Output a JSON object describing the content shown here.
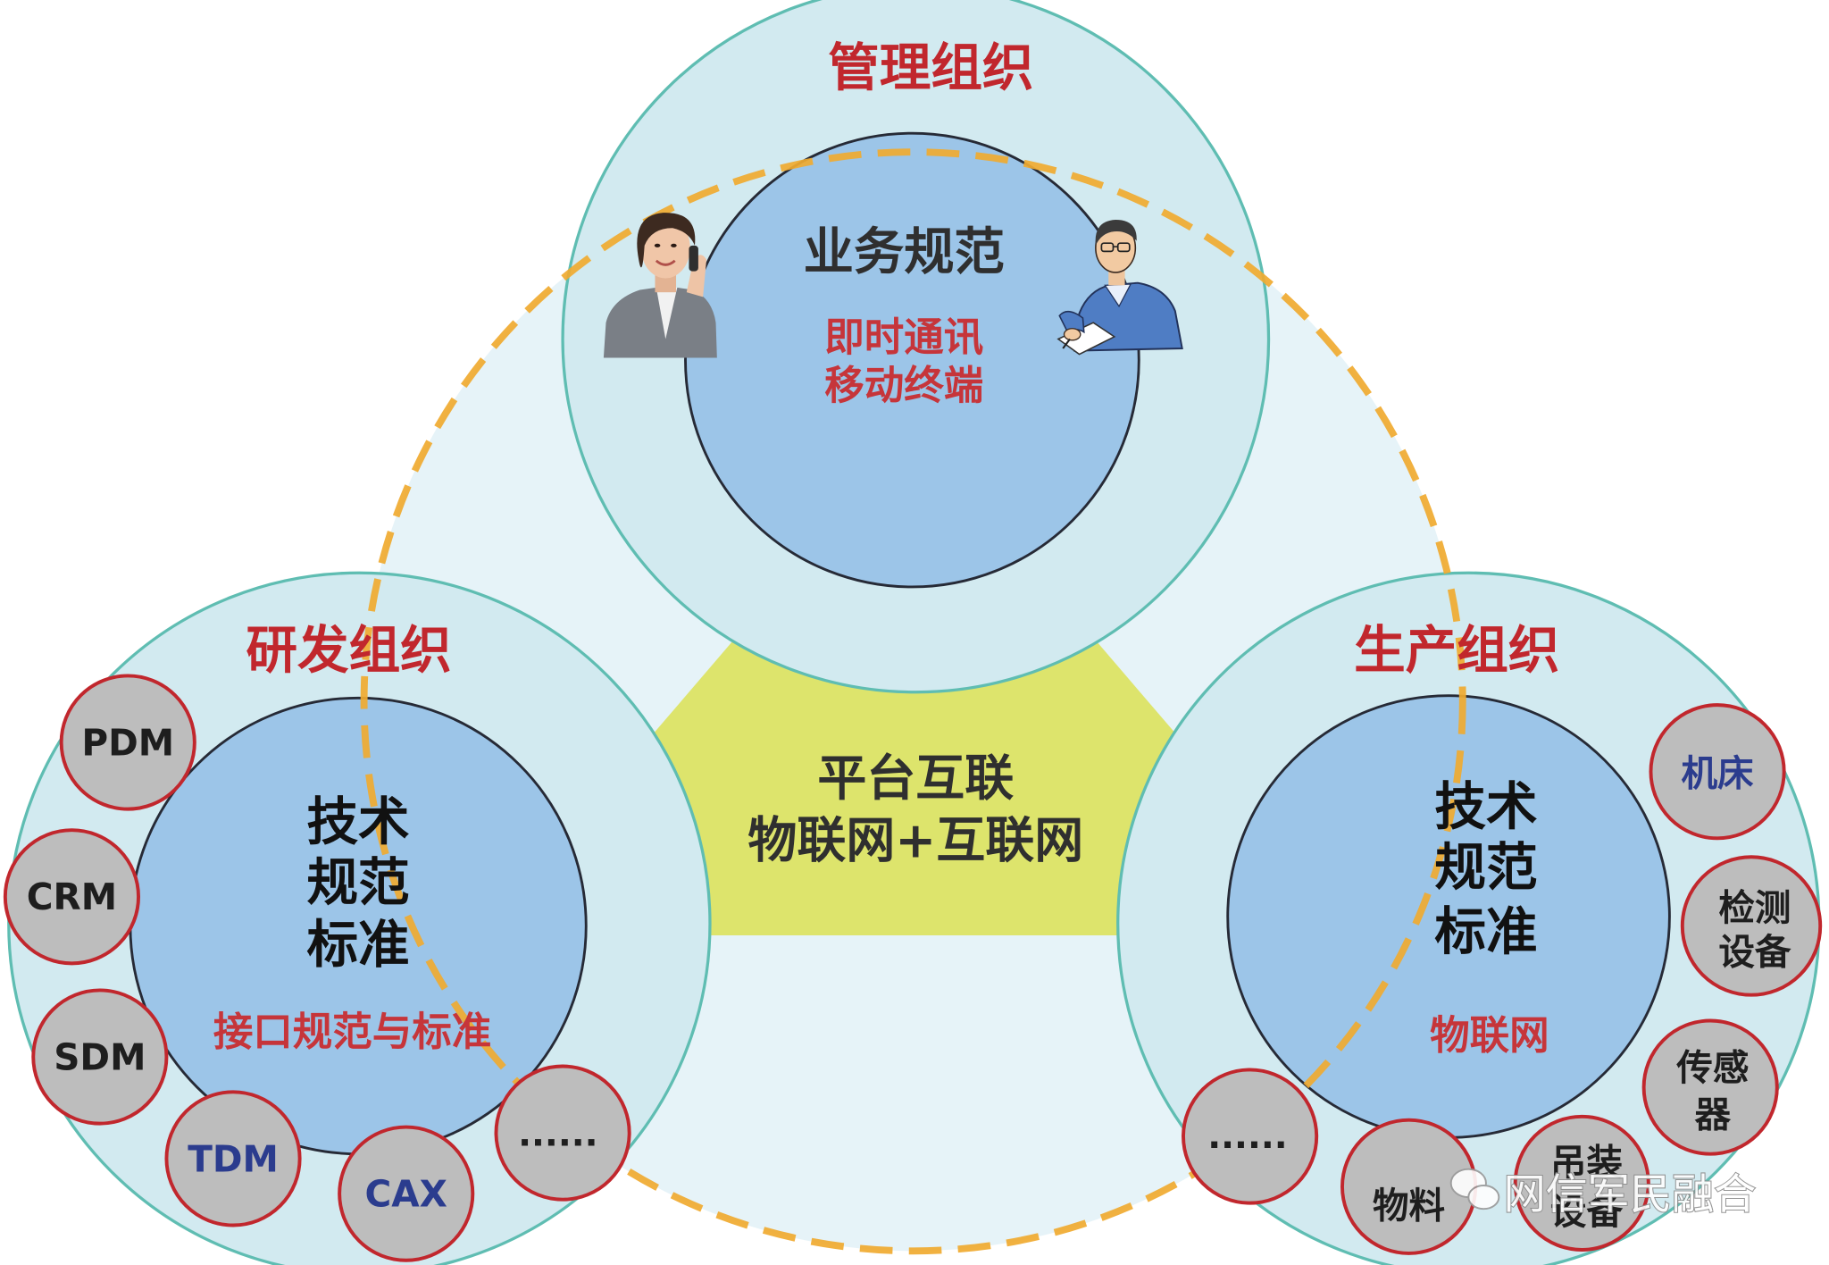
{
  "platform": {
    "lines": [
      "平台互联",
      "物联网+互联网"
    ]
  },
  "management": {
    "title": "管理组织",
    "core_title": "业务规范",
    "items": [
      "即时通讯",
      "移动终端"
    ],
    "figures": [
      "woman-on-phone-photo",
      "man-writing-illustration"
    ]
  },
  "rnd": {
    "title": "研发组织",
    "core_lines": [
      "技术",
      "规范",
      "标准"
    ],
    "subtitle": "接口规范与标准",
    "systems": [
      {
        "lines": [
          "PDM"
        ],
        "color": "#1e1e1e"
      },
      {
        "lines": [
          "CRM"
        ],
        "color": "#1e1e1e"
      },
      {
        "lines": [
          "SDM"
        ],
        "color": "#1e1e1e"
      },
      {
        "lines": [
          "TDM"
        ],
        "color": "#2b3c8e"
      },
      {
        "lines": [
          "CAX"
        ],
        "color": "#2b3c8e"
      },
      {
        "lines": [
          "......"
        ],
        "color": "#1e1e1e"
      }
    ]
  },
  "production": {
    "title": "生产组织",
    "core_lines": [
      "技术",
      "规范",
      "标准"
    ],
    "subtitle": "物联网",
    "devices": [
      {
        "lines": [
          "机床"
        ],
        "color": "#2b3c8e"
      },
      {
        "lines": [
          "检测",
          "设备"
        ],
        "color": "#1e1e1e"
      },
      {
        "lines": [
          "传感",
          "器"
        ],
        "color": "#1e1e1e"
      },
      {
        "lines": [
          "吊装",
          "设备"
        ],
        "color": "#1e1e1e"
      },
      {
        "lines": [
          "物料"
        ],
        "color": "#1e1e1e"
      },
      {
        "lines": [
          "......"
        ],
        "color": "#1e1e1e"
      }
    ]
  },
  "watermark": {
    "icon": "wechat-icon",
    "text": "网信军民融合"
  },
  "palette": {
    "title_red": "#c1272d",
    "item_red": "#c6353a",
    "text_dark": "#2f2f2f",
    "text_black": "#111111",
    "outer_ring": "#d2eaf0",
    "outer_ring_border": "#5fbdb2",
    "inner_core": "#9cc5e8",
    "inner_core_border": "#262a36",
    "platform_hexagon": "#dde46c",
    "dashed_boundary": "#f0aa30",
    "node_fill": "#bdbdbd",
    "node_border": "#c1272d",
    "background_pale": "#e6f3f8",
    "watermark_text": "#ffffff"
  }
}
